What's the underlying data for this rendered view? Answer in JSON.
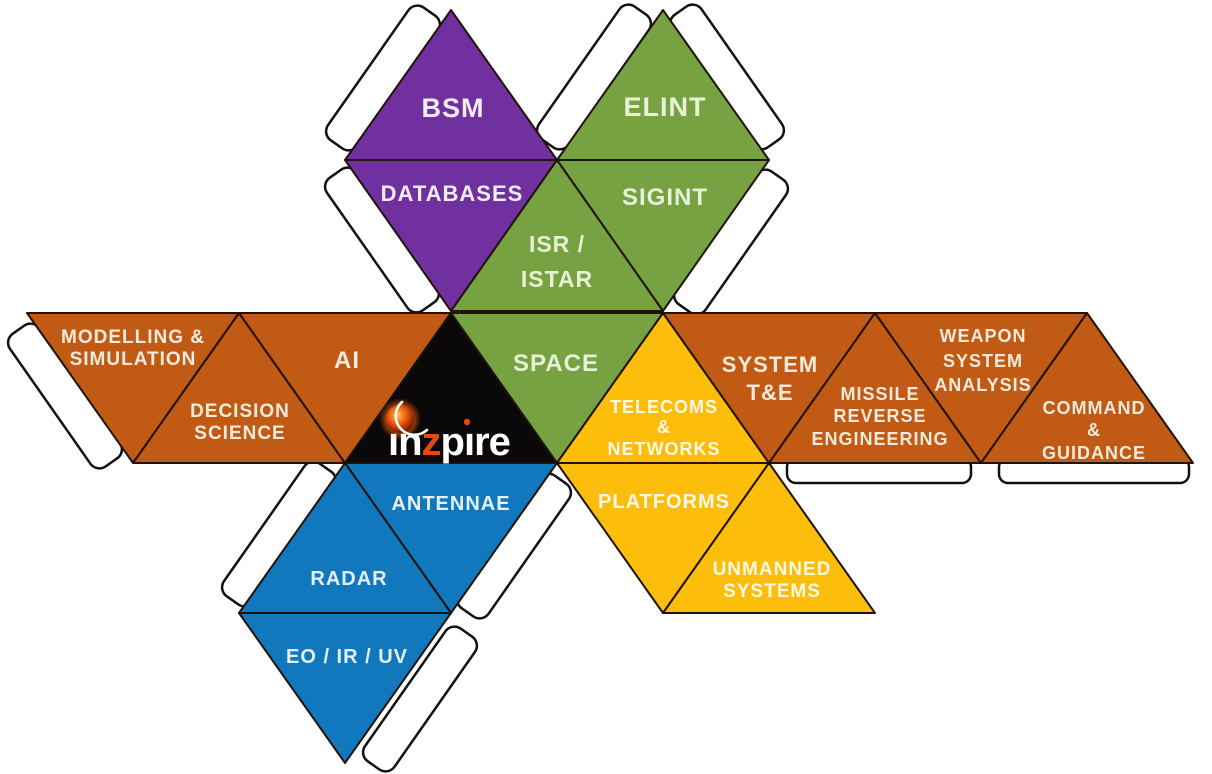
{
  "diagram": {
    "kind": "unfolded-icosahedron-capability-net",
    "background": "#FFFFFF"
  },
  "colors": {
    "purple": "#7030A0",
    "green": "#76A241",
    "orange_brown": "#C05A14",
    "yellow": "#FCBE0B",
    "blue": "#1278BE",
    "black": "#0A0808",
    "tab_fill": "#FFFFFF",
    "outline": "#21130A"
  },
  "logo": {
    "text": "inzpire",
    "part1": "ın",
    "part2": "z",
    "part3": "pıre",
    "accent_color": "#E8480C",
    "orb_color": "#F97B16"
  },
  "faces": {
    "bsm": {
      "lines": [
        "BSM"
      ],
      "color": "#7030A0"
    },
    "databases": {
      "lines": [
        "DATABASES"
      ],
      "color": "#7030A0"
    },
    "elint": {
      "lines": [
        "ELINT"
      ],
      "color": "#76A241"
    },
    "sigint": {
      "lines": [
        "SIGINT"
      ],
      "color": "#76A241"
    },
    "isr_istar": {
      "lines": [
        "ISR /",
        "ISTAR"
      ],
      "color": "#76A241"
    },
    "space": {
      "lines": [
        "SPACE"
      ],
      "color": "#76A241"
    },
    "modelling_simulation": {
      "lines": [
        "MODELLING &",
        "SIMULATION"
      ],
      "color": "#C05A14"
    },
    "decision_science": {
      "lines": [
        "DECISION",
        "SCIENCE"
      ],
      "color": "#C05A14"
    },
    "ai": {
      "lines": [
        "AI"
      ],
      "color": "#C05A14"
    },
    "center_logo": {
      "lines": [],
      "color": "#0A0808"
    },
    "telecoms_networks": {
      "lines": [
        "TELECOMS",
        "&",
        "NETWORKS"
      ],
      "color": "#FCBE0B"
    },
    "system_te": {
      "lines": [
        "SYSTEM",
        "T&E"
      ],
      "color": "#C05A14"
    },
    "missile_reverse_engineering": {
      "lines": [
        "MISSILE",
        "REVERSE",
        "ENGINEERING"
      ],
      "color": "#C05A14"
    },
    "weapon_system_analysis": {
      "lines": [
        "WEAPON",
        "SYSTEM",
        "ANALYSIS"
      ],
      "color": "#C05A14"
    },
    "command_guidance": {
      "lines": [
        "COMMAND",
        "&",
        "GUIDANCE"
      ],
      "color": "#C05A14"
    },
    "platforms": {
      "lines": [
        "PLATFORMS"
      ],
      "color": "#FCBE0B"
    },
    "unmanned_systems": {
      "lines": [
        "UNMANNED",
        "SYSTEMS"
      ],
      "color": "#FCBE0B"
    },
    "antennae": {
      "lines": [
        "ANTENNAE"
      ],
      "color": "#1278BE"
    },
    "radar": {
      "lines": [
        "RADAR"
      ],
      "color": "#1278BE"
    },
    "eo_ir_uv": {
      "lines": [
        "EO / IR / UV"
      ],
      "color": "#1278BE"
    }
  }
}
